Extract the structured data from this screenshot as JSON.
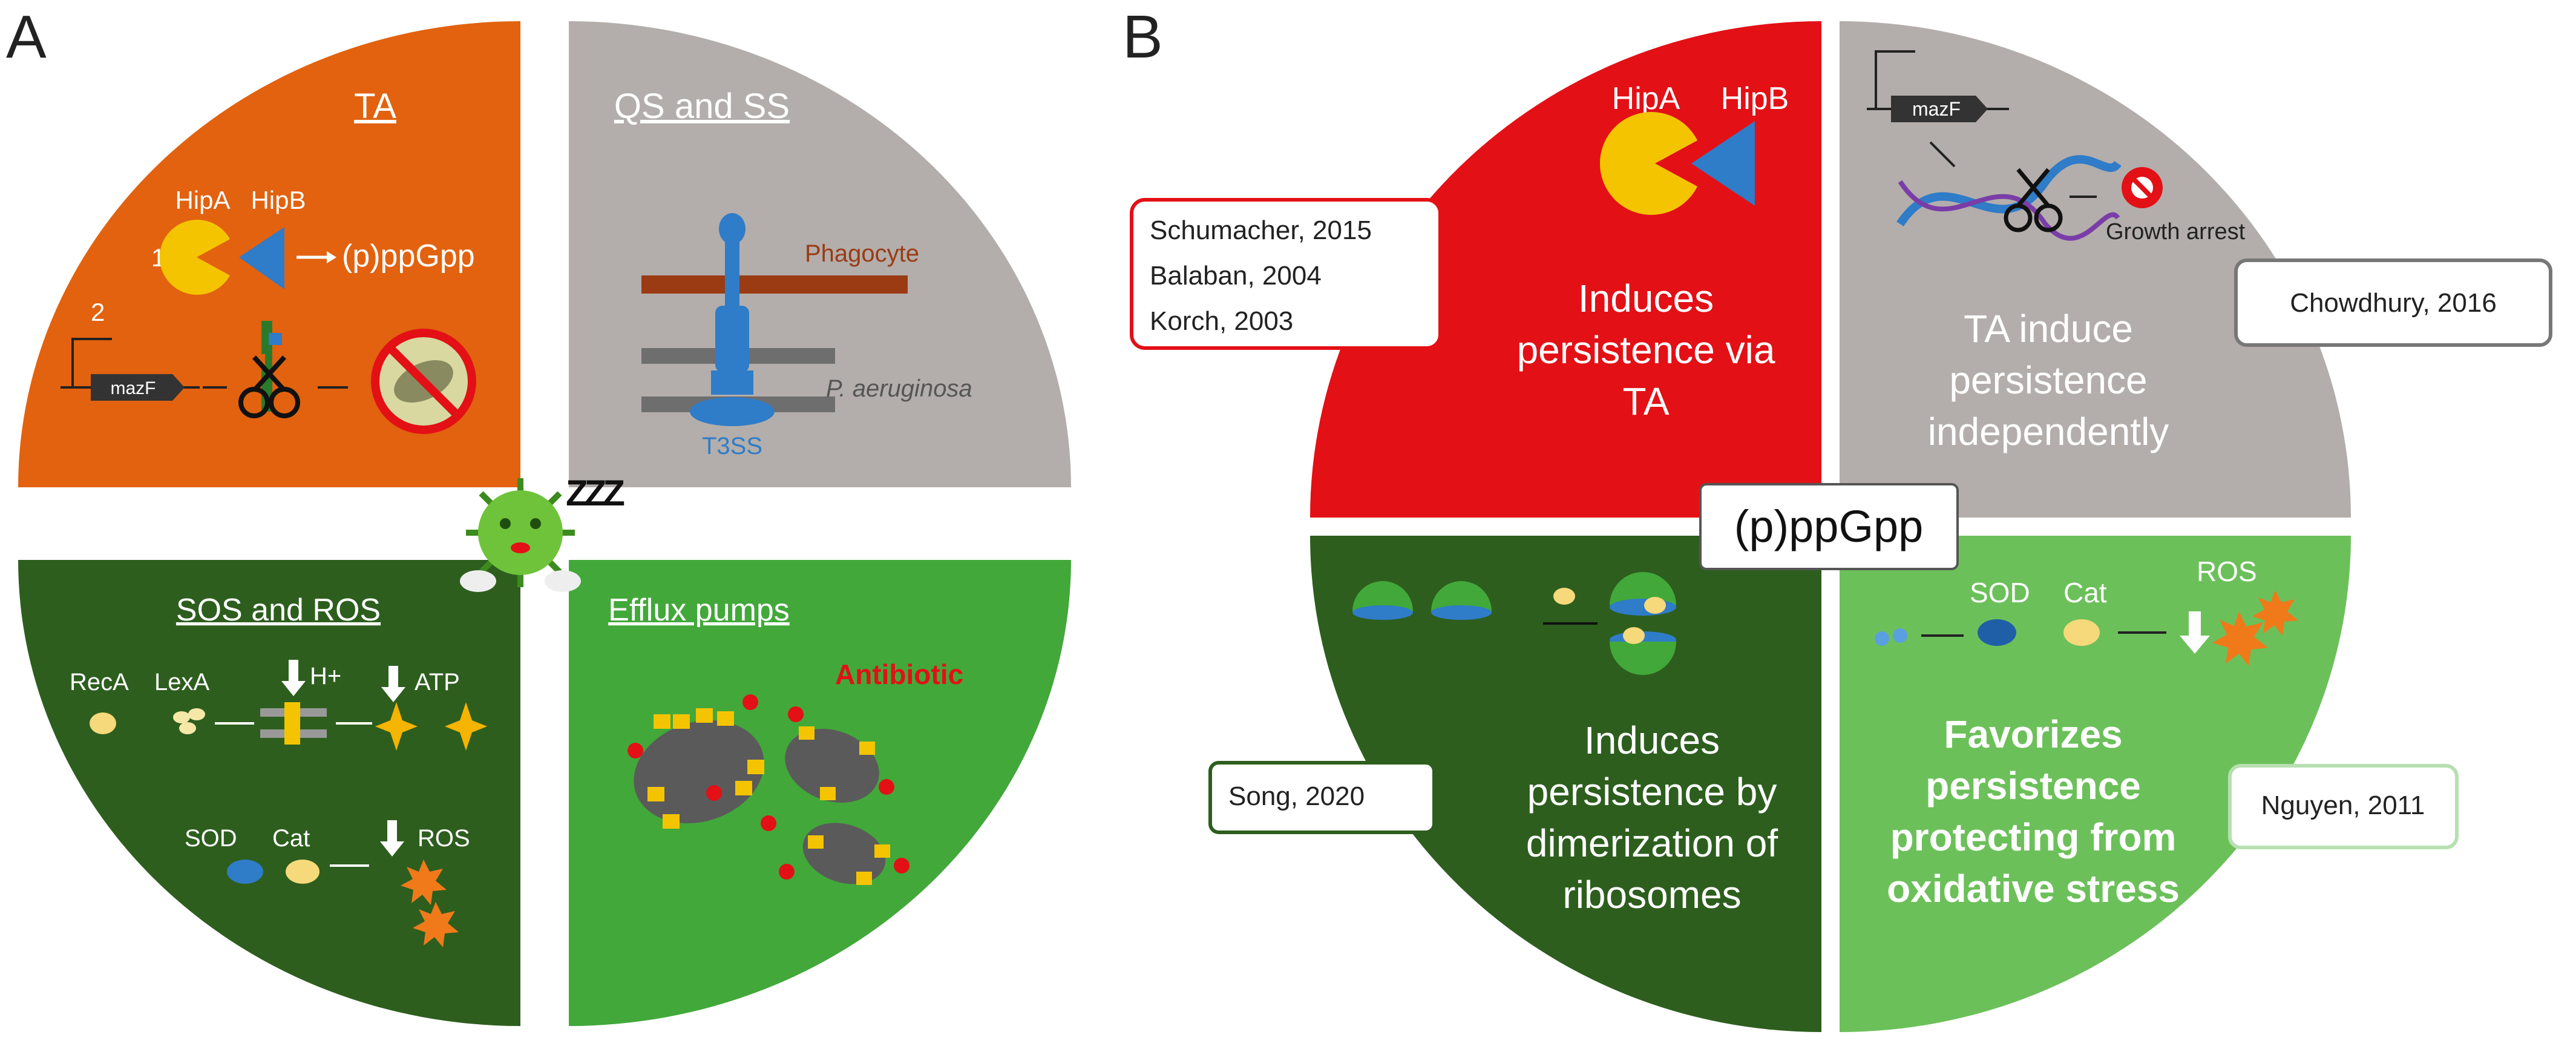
{
  "panelA": {
    "label": "A",
    "tl": {
      "title": "TA",
      "hipa": "HipA",
      "hipb": "HipB",
      "ppgpp": "(p)ppGpp",
      "num1": "1",
      "num2": "2",
      "mazf": "mazF"
    },
    "tr": {
      "title": "QS and SS",
      "phagocyte": "Phagocyte",
      "pathogen": "P. aeruginosa",
      "t3ss": "T3SS"
    },
    "bl": {
      "title": "SOS and ROS",
      "reca": "RecA",
      "lexa": "LexA",
      "hplus": "H+",
      "atp": "ATP",
      "sod": "SOD",
      "cat": "Cat",
      "ros": "ROS"
    },
    "br": {
      "title": "Efflux pumps",
      "antibiotic": "Antibiotic"
    },
    "sleep": "ZZZ"
  },
  "panelB": {
    "label": "B",
    "center": "(p)ppGpp",
    "tl": {
      "hipa": "HipA",
      "hipb": "HipB",
      "text": [
        "Induces",
        "persistence via",
        "TA"
      ],
      "refs": [
        "Schumacher, 2015",
        "Balaban, 2004",
        "Korch, 2003"
      ]
    },
    "tr": {
      "mazf": "mazF",
      "growth": "Growth arrest",
      "text": [
        "TA induce",
        "persistence",
        "independently"
      ],
      "ref": "Chowdhury, 2016"
    },
    "bl": {
      "text": [
        "Induces",
        "persistence by",
        "dimerization of",
        "ribosomes"
      ],
      "ref": "Song, 2020"
    },
    "br": {
      "sod": "SOD",
      "cat": "Cat",
      "ros": "ROS",
      "text": [
        "Favorizes",
        "persistence",
        "protecting from",
        "oxidative stress"
      ],
      "ref": "Nguyen, 2011"
    }
  },
  "colors": {
    "orange": "#e2620f",
    "grey": "#b3aeab",
    "darkgreen": "#2d5e1e",
    "green": "#42a83a",
    "red": "#e31016",
    "lightgreen": "#6cc05a",
    "blue": "#2f7cc8",
    "yellow": "#f5c400"
  }
}
